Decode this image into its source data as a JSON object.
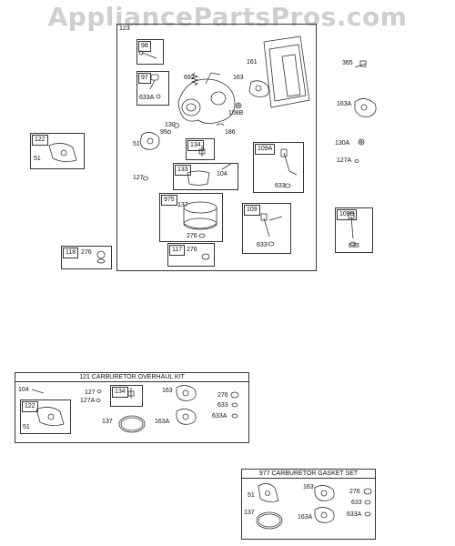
{
  "watermark": "AppliancePartsPros.com",
  "main_group": {
    "tag": "123"
  },
  "boxes": {
    "b98": {
      "tag": "98"
    },
    "b97": {
      "tag": "97",
      "sub": "633A"
    },
    "b134": {
      "tag": "134"
    },
    "b133": {
      "tag": "133",
      "side": "104"
    },
    "b975": {
      "tag": "975",
      "p1": "137",
      "p2": "276"
    },
    "b117": {
      "tag": "117",
      "p": "276"
    },
    "b122": {
      "tag": "122",
      "p": "51"
    },
    "b118": {
      "tag": "118",
      "p": "276"
    },
    "b109A": {
      "tag": "109A",
      "p": "633"
    },
    "b109": {
      "tag": "109",
      "p": "633"
    },
    "b109B": {
      "tag": "109B",
      "p": "633"
    }
  },
  "callouts": {
    "c161": "161",
    "c163": "163",
    "c692": "692",
    "c108B": "108B",
    "c130": "130",
    "c95": "95",
    "c186": "186",
    "c51": "51",
    "c127": "127",
    "c365": "365",
    "c163A": "163A",
    "c130A": "130A",
    "c127A": "127A"
  },
  "kit121": {
    "title": "121 CARBURETOR OVERHAUL KIT",
    "items": {
      "k104": "104",
      "k122": "122",
      "k51": "51",
      "k127": "127",
      "k127A": "127A",
      "k134": "134",
      "k137": "137",
      "k163": "163",
      "k163A": "163A",
      "k276": "276",
      "k633": "633",
      "k633A": "633A"
    }
  },
  "kit977": {
    "title": "977 CARBURETOR GASKET SET",
    "items": {
      "g51": "51",
      "g137": "137",
      "g163": "163",
      "g163A": "163A",
      "g276": "276",
      "g633": "633",
      "g633A": "633A"
    }
  }
}
